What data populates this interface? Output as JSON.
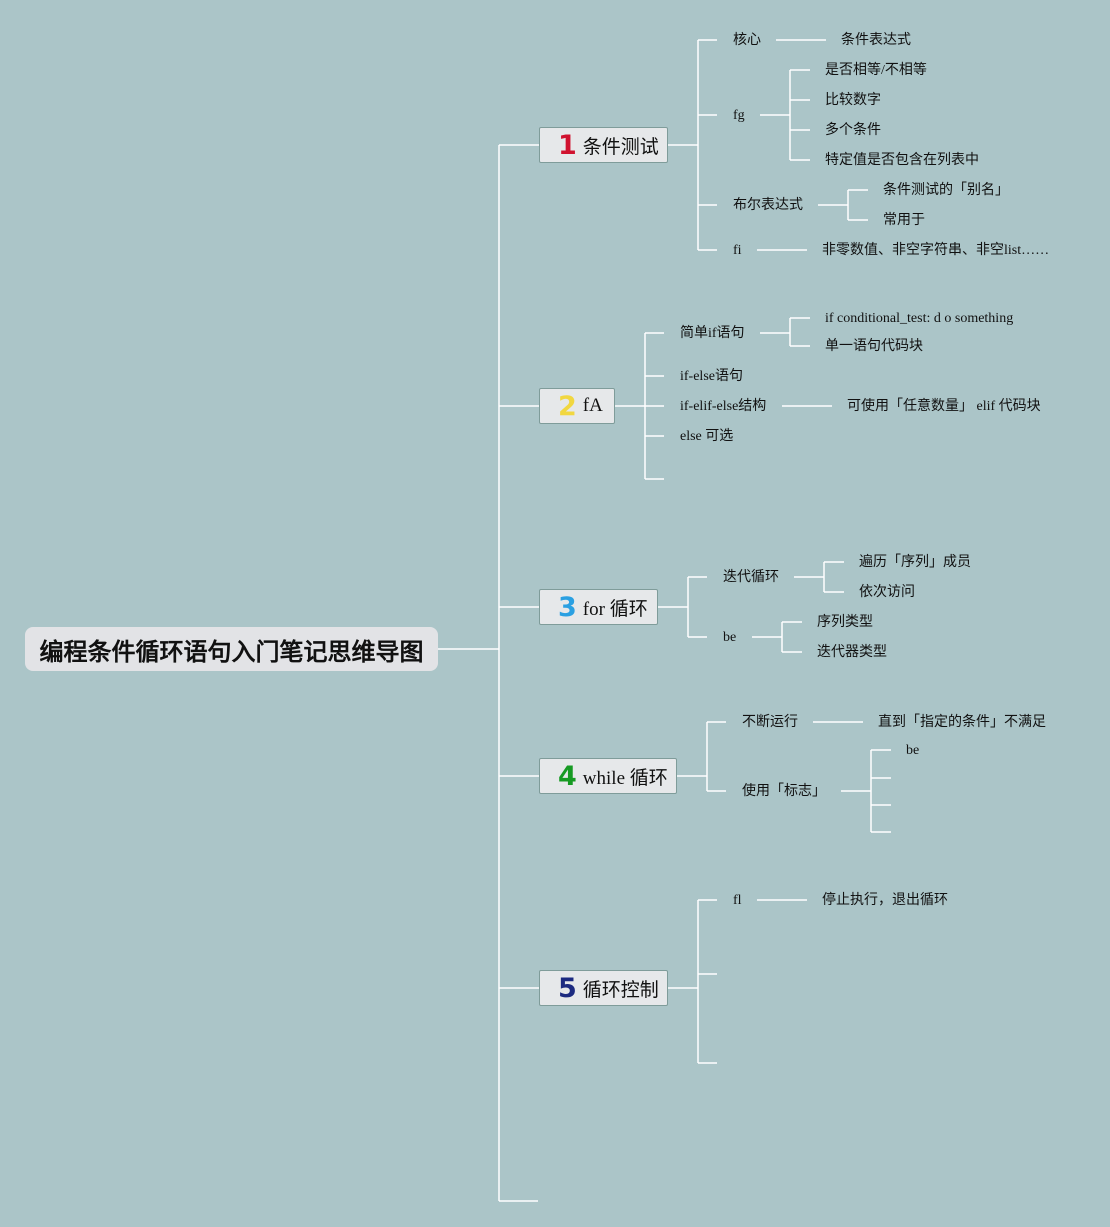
{
  "title": "编程条件循环语句入门笔记思维导图",
  "colors": {
    "background": "#abc5c8",
    "line": "#ffffff",
    "num1": "#d0122f",
    "num2": "#f1d740",
    "num3": "#2aa0e2",
    "num4": "#169a23",
    "num5": "#1c2a80"
  },
  "branches": [
    {
      "num": "1",
      "label": "条件测试"
    },
    {
      "num": "2",
      "label": "fA"
    },
    {
      "num": "3",
      "label": "for 循环"
    },
    {
      "num": "4",
      "label": "while 循环"
    },
    {
      "num": "5",
      "label": "循环控制"
    }
  ],
  "b1": {
    "core": "核心",
    "core_value": "条件表达式",
    "fg": "fg",
    "fg_items": [
      "是否相等/不相等",
      "比较数字",
      "多个条件",
      "特定值是否包含在列表中"
    ],
    "bool": "布尔表达式",
    "bool_items": [
      "条件测试的「别名」",
      "常用于"
    ],
    "fi": "fi",
    "fi_value": "非零数值、非空字符串、非空list……"
  },
  "b2": {
    "simple": "简单if语句",
    "simple_items": [
      "if conditional_test: d o something",
      "单一语句代码块"
    ],
    "ifelse": "if-else语句",
    "elif": "if-elif-else结构",
    "elif_value": "可使用「任意数量」 elif 代码块",
    "else": "else 可选"
  },
  "b3": {
    "iter": "迭代循环",
    "iter_items": [
      "遍历「序列」成员",
      "依次访问"
    ],
    "be": "be",
    "be_items": [
      "序列类型",
      "迭代器类型"
    ]
  },
  "b4": {
    "run": "不断运行",
    "run_value": "直到「指定的条件」不满足",
    "flag": "使用「标志」",
    "flag_be": "be"
  },
  "b5": {
    "fl": "fl",
    "fl_value": "停止执行，退出循环"
  }
}
